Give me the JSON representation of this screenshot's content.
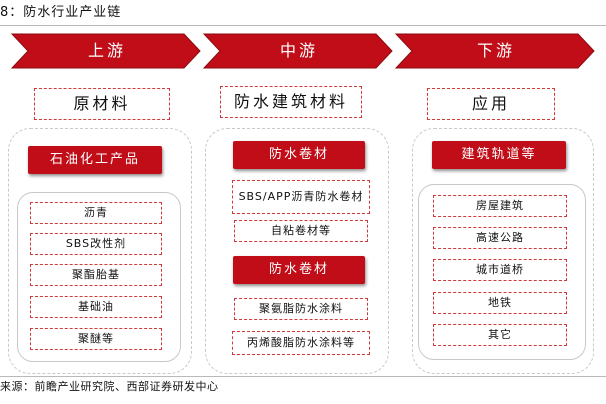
{
  "header": {
    "title": "8：防水行业产业链"
  },
  "stages": [
    {
      "label": "上游",
      "color": "#c00d17"
    },
    {
      "label": "中游",
      "color": "#c00d17"
    },
    {
      "label": "下游",
      "color": "#c00d17"
    }
  ],
  "upstream": {
    "category": "原材料",
    "group_title": "石油化工产品",
    "items": [
      "沥青",
      "SBS改性剂",
      "聚酯胎基",
      "基础油",
      "聚醚等"
    ]
  },
  "midstream": {
    "category": "防水建筑材料",
    "groups": [
      {
        "title": "防水卷材",
        "items": [
          "SBS/APP沥青防水卷材",
          "自粘卷材等"
        ]
      },
      {
        "title": "防水卷材",
        "items": [
          "聚氨脂防水涂料",
          "丙烯酸脂防水涂料等"
        ]
      }
    ]
  },
  "downstream": {
    "category": "应用",
    "group_title": "建筑轨道等",
    "items": [
      "房屋建筑",
      "高速公路",
      "城市道桥",
      "地铁",
      "其它"
    ]
  },
  "footer": {
    "source": "来源：前瞻产业研究院、西部证券研发中心"
  }
}
